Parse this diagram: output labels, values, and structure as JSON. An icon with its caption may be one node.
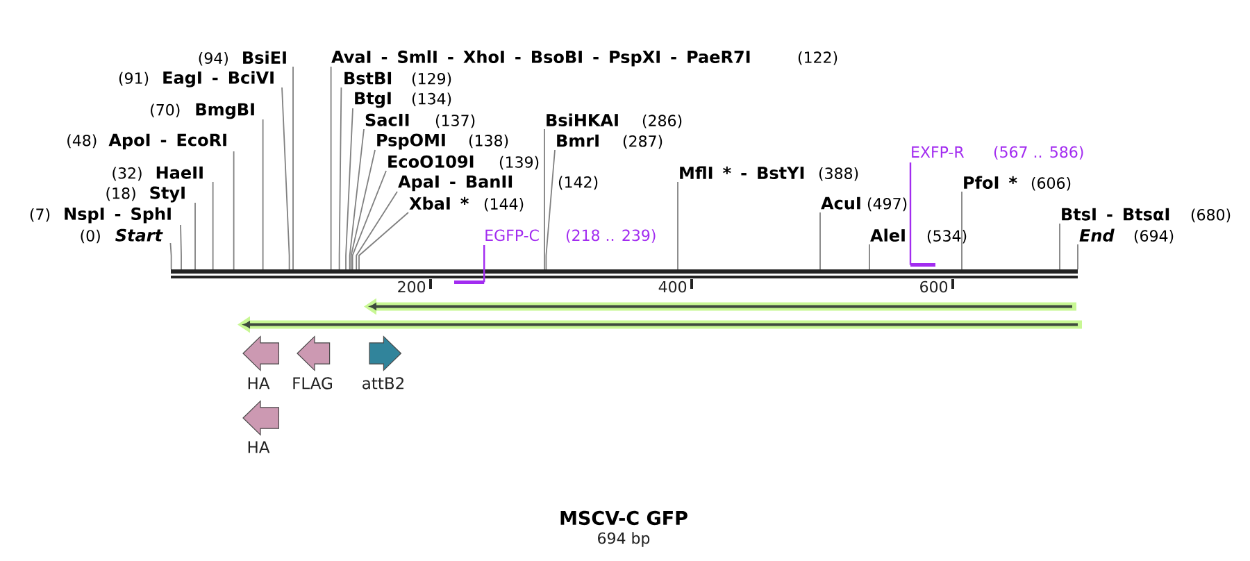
{
  "diagram": {
    "title": "MSCV-C GFP",
    "caption": "694 bp",
    "nodes": [
      {
        "text": [],
        "shape": "bar"
      },
      {
        "text": [
          "(0)",
          "Start"
        ]
      },
      {
        "text": [
          "(7)",
          "NspI - SphI"
        ]
      },
      {
        "text": [
          "(18)",
          "StyI"
        ]
      },
      {
        "text": [
          "(32)",
          "HaeII"
        ]
      },
      {
        "text": [
          "(48)",
          "ApoI - EcoRI"
        ]
      },
      {
        "text": [
          "(70)",
          "BmgBI"
        ]
      },
      {
        "text": [
          "(91)",
          "EagI - BciVI"
        ]
      },
      {
        "text": [
          "(94)",
          "BsiEI"
        ]
      },
      {
        "text": [
          "AvaI - SmlI - XhoI - BsoBI - PspXI - PaeR7I",
          "(122)"
        ]
      },
      {
        "text": [
          "BstBI",
          "(129)"
        ]
      },
      {
        "text": [
          "BtgI",
          "(134)"
        ]
      },
      {
        "text": [
          "SacII",
          "(137)"
        ]
      },
      {
        "text": [
          "PspOMI",
          "(138)"
        ]
      },
      {
        "text": [
          "EcoO109I",
          "(139)"
        ]
      },
      {
        "text": [
          "ApaI - BanII",
          "(142)"
        ]
      },
      {
        "text": [
          "XbaI *",
          "(144)"
        ]
      },
      {
        "text": [
          "BsiHKAI",
          "(286)"
        ]
      },
      {
        "text": [
          "BmrI",
          "(287)"
        ]
      },
      {
        "text": [
          "MflI * - BstYI",
          "(388)"
        ]
      },
      {
        "text": [
          "AcuI",
          "(497)"
        ]
      },
      {
        "text": [
          "AleI",
          "(534)"
        ]
      },
      {
        "text": [
          "PfoI *",
          "(606)"
        ]
      },
      {
        "text": [
          "BtsI - BtsαI",
          "(680)"
        ]
      },
      {
        "text": [
          "End",
          "(694)"
        ]
      },
      {
        "text": [
          "EGFP-C",
          "(218 .. 239)"
        ]
      },
      {
        "text": [],
        "shape": "bar"
      },
      {
        "text": [
          "EXFP-R",
          "(567 .. 586)"
        ]
      },
      {
        "text": [],
        "shape": "bar"
      },
      {
        "text": [
          "HA"
        ]
      },
      {
        "text": [
          "FLAG"
        ]
      },
      {
        "text": [
          "attB2"
        ]
      },
      {
        "text": [
          "HA"
        ]
      }
    ],
    "edges": [
      {
        "from": 1,
        "to": 0,
        "arrow": "none"
      },
      {
        "from": 2,
        "to": 0,
        "arrow": "none"
      },
      {
        "from": 3,
        "to": 0,
        "arrow": "none"
      },
      {
        "from": 4,
        "to": 0,
        "arrow": "none"
      },
      {
        "from": 5,
        "to": 0,
        "arrow": "none"
      },
      {
        "from": 6,
        "to": 0,
        "arrow": "none"
      },
      {
        "from": 7,
        "to": 0,
        "arrow": "none"
      },
      {
        "from": 8,
        "to": 0,
        "arrow": "none"
      },
      {
        "from": 9,
        "to": 0,
        "arrow": "none"
      },
      {
        "from": 10,
        "to": 0,
        "arrow": "none"
      },
      {
        "from": 11,
        "to": 0,
        "arrow": "none"
      },
      {
        "from": 12,
        "to": 0,
        "arrow": "none"
      },
      {
        "from": 13,
        "to": 0,
        "arrow": "none"
      },
      {
        "from": 14,
        "to": 0,
        "arrow": "none"
      },
      {
        "from": 15,
        "to": 0,
        "arrow": "none"
      },
      {
        "from": 16,
        "to": 0,
        "arrow": "none"
      },
      {
        "from": 17,
        "to": 0,
        "arrow": "none"
      },
      {
        "from": 18,
        "to": 0,
        "arrow": "none"
      },
      {
        "from": 19,
        "to": 0,
        "arrow": "none"
      },
      {
        "from": 20,
        "to": 0,
        "arrow": "none"
      },
      {
        "from": 21,
        "to": 0,
        "arrow": "none"
      },
      {
        "from": 22,
        "to": 0,
        "arrow": "none"
      },
      {
        "from": 23,
        "to": 0,
        "arrow": "none"
      },
      {
        "from": 24,
        "to": 0,
        "arrow": "none"
      },
      {
        "from": 25,
        "to": 26,
        "arrow": "none",
        "color": "#a22cf0"
      },
      {
        "from": 27,
        "to": 28,
        "arrow": "none",
        "color": "#a22cf0"
      }
    ],
    "labels": [
      "200",
      "400",
      "600"
    ]
  }
}
